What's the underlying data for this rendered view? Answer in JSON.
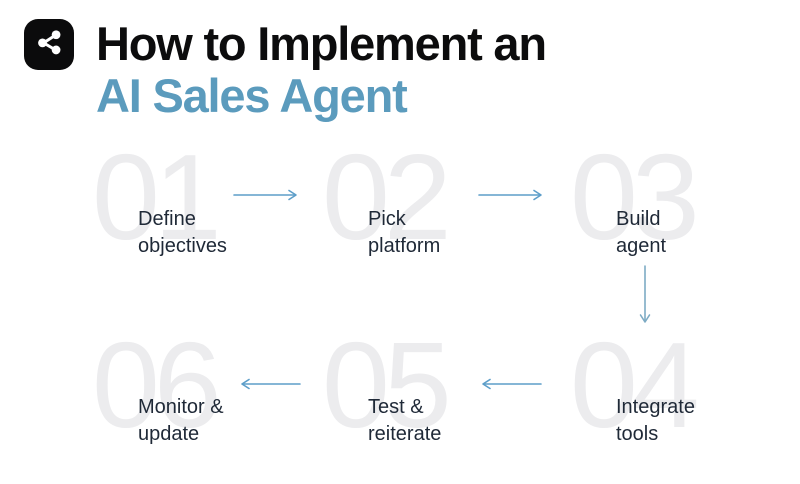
{
  "logo": {
    "icon": "share-icon",
    "bg_color": "#0b0b0c",
    "glyph_color": "#ffffff"
  },
  "title": {
    "line1": "How to Implement an",
    "line2": "AI Sales Agent"
  },
  "steps": [
    {
      "num": "01",
      "label": "Define\nobjectives"
    },
    {
      "num": "02",
      "label": "Pick\nplatform"
    },
    {
      "num": "03",
      "label": "Build\nagent"
    },
    {
      "num": "04",
      "label": "Integrate\ntools"
    },
    {
      "num": "05",
      "label": "Test &\nreiterate"
    },
    {
      "num": "06",
      "label": "Monitor &\nupdate"
    }
  ],
  "flow": {
    "order": [
      "01",
      "02",
      "03",
      "04",
      "05",
      "06"
    ],
    "arrows": [
      {
        "from": "01",
        "to": "02",
        "direction": "right"
      },
      {
        "from": "02",
        "to": "03",
        "direction": "right"
      },
      {
        "from": "03",
        "to": "04",
        "direction": "down"
      },
      {
        "from": "04",
        "to": "05",
        "direction": "left"
      },
      {
        "from": "05",
        "to": "06",
        "direction": "left"
      }
    ]
  },
  "colors": {
    "title_black": "#0c0c0d",
    "accent_blue": "#5b9bbd",
    "arrow_blue": "#5d9ec9",
    "number_gray": "#ececee",
    "label_dark": "#1f2937",
    "background": "#ffffff"
  }
}
